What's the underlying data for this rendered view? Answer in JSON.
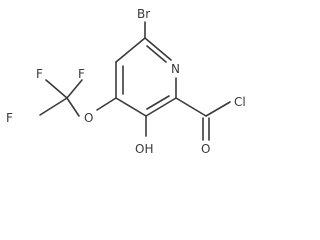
{
  "molecule": {
    "atoms": {
      "bromine": "Br",
      "ring_nitrogen": "N",
      "chlorine": "Cl",
      "carbonyl_oxygen": "O",
      "hydroxyl": "OH",
      "ether_oxygen": "O",
      "fluorine_top_left": "F",
      "fluorine_top_right": "F",
      "fluorine_left": "F"
    }
  },
  "colors": {
    "ink": "#3a3a3a",
    "background": "#ffffff"
  }
}
